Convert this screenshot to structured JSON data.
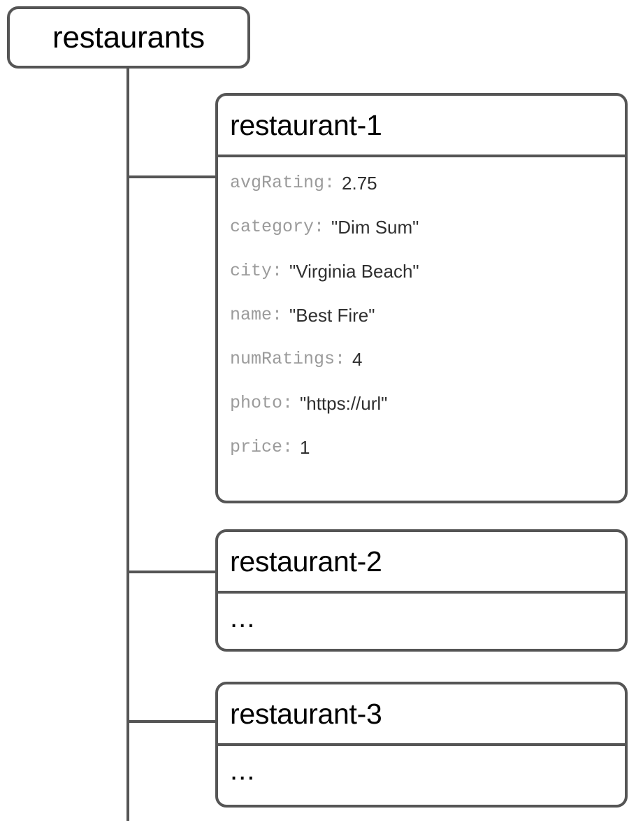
{
  "diagram": {
    "type": "firestore-collection-tree",
    "colors": {
      "border": "#555555",
      "key_text": "#9b9b9b",
      "value_text": "#2f2f2f",
      "title_text": "#000000",
      "background": "#ffffff"
    },
    "root": {
      "label": "restaurants"
    },
    "documents": [
      {
        "title": "restaurant-1",
        "fields": [
          {
            "key": "avgRating:",
            "value": "2.75"
          },
          {
            "key": "category:",
            "value": "\"Dim Sum\""
          },
          {
            "key": "city:",
            "value": "\"Virginia Beach\""
          },
          {
            "key": "name:",
            "value": "\"Best Fire\""
          },
          {
            "key": "numRatings:",
            "value": "4"
          },
          {
            "key": "photo:",
            "value": "\"https://url\""
          },
          {
            "key": "price:",
            "value": "1"
          }
        ]
      },
      {
        "title": "restaurant-2",
        "placeholder": "..."
      },
      {
        "title": "restaurant-3",
        "placeholder": "..."
      }
    ]
  }
}
